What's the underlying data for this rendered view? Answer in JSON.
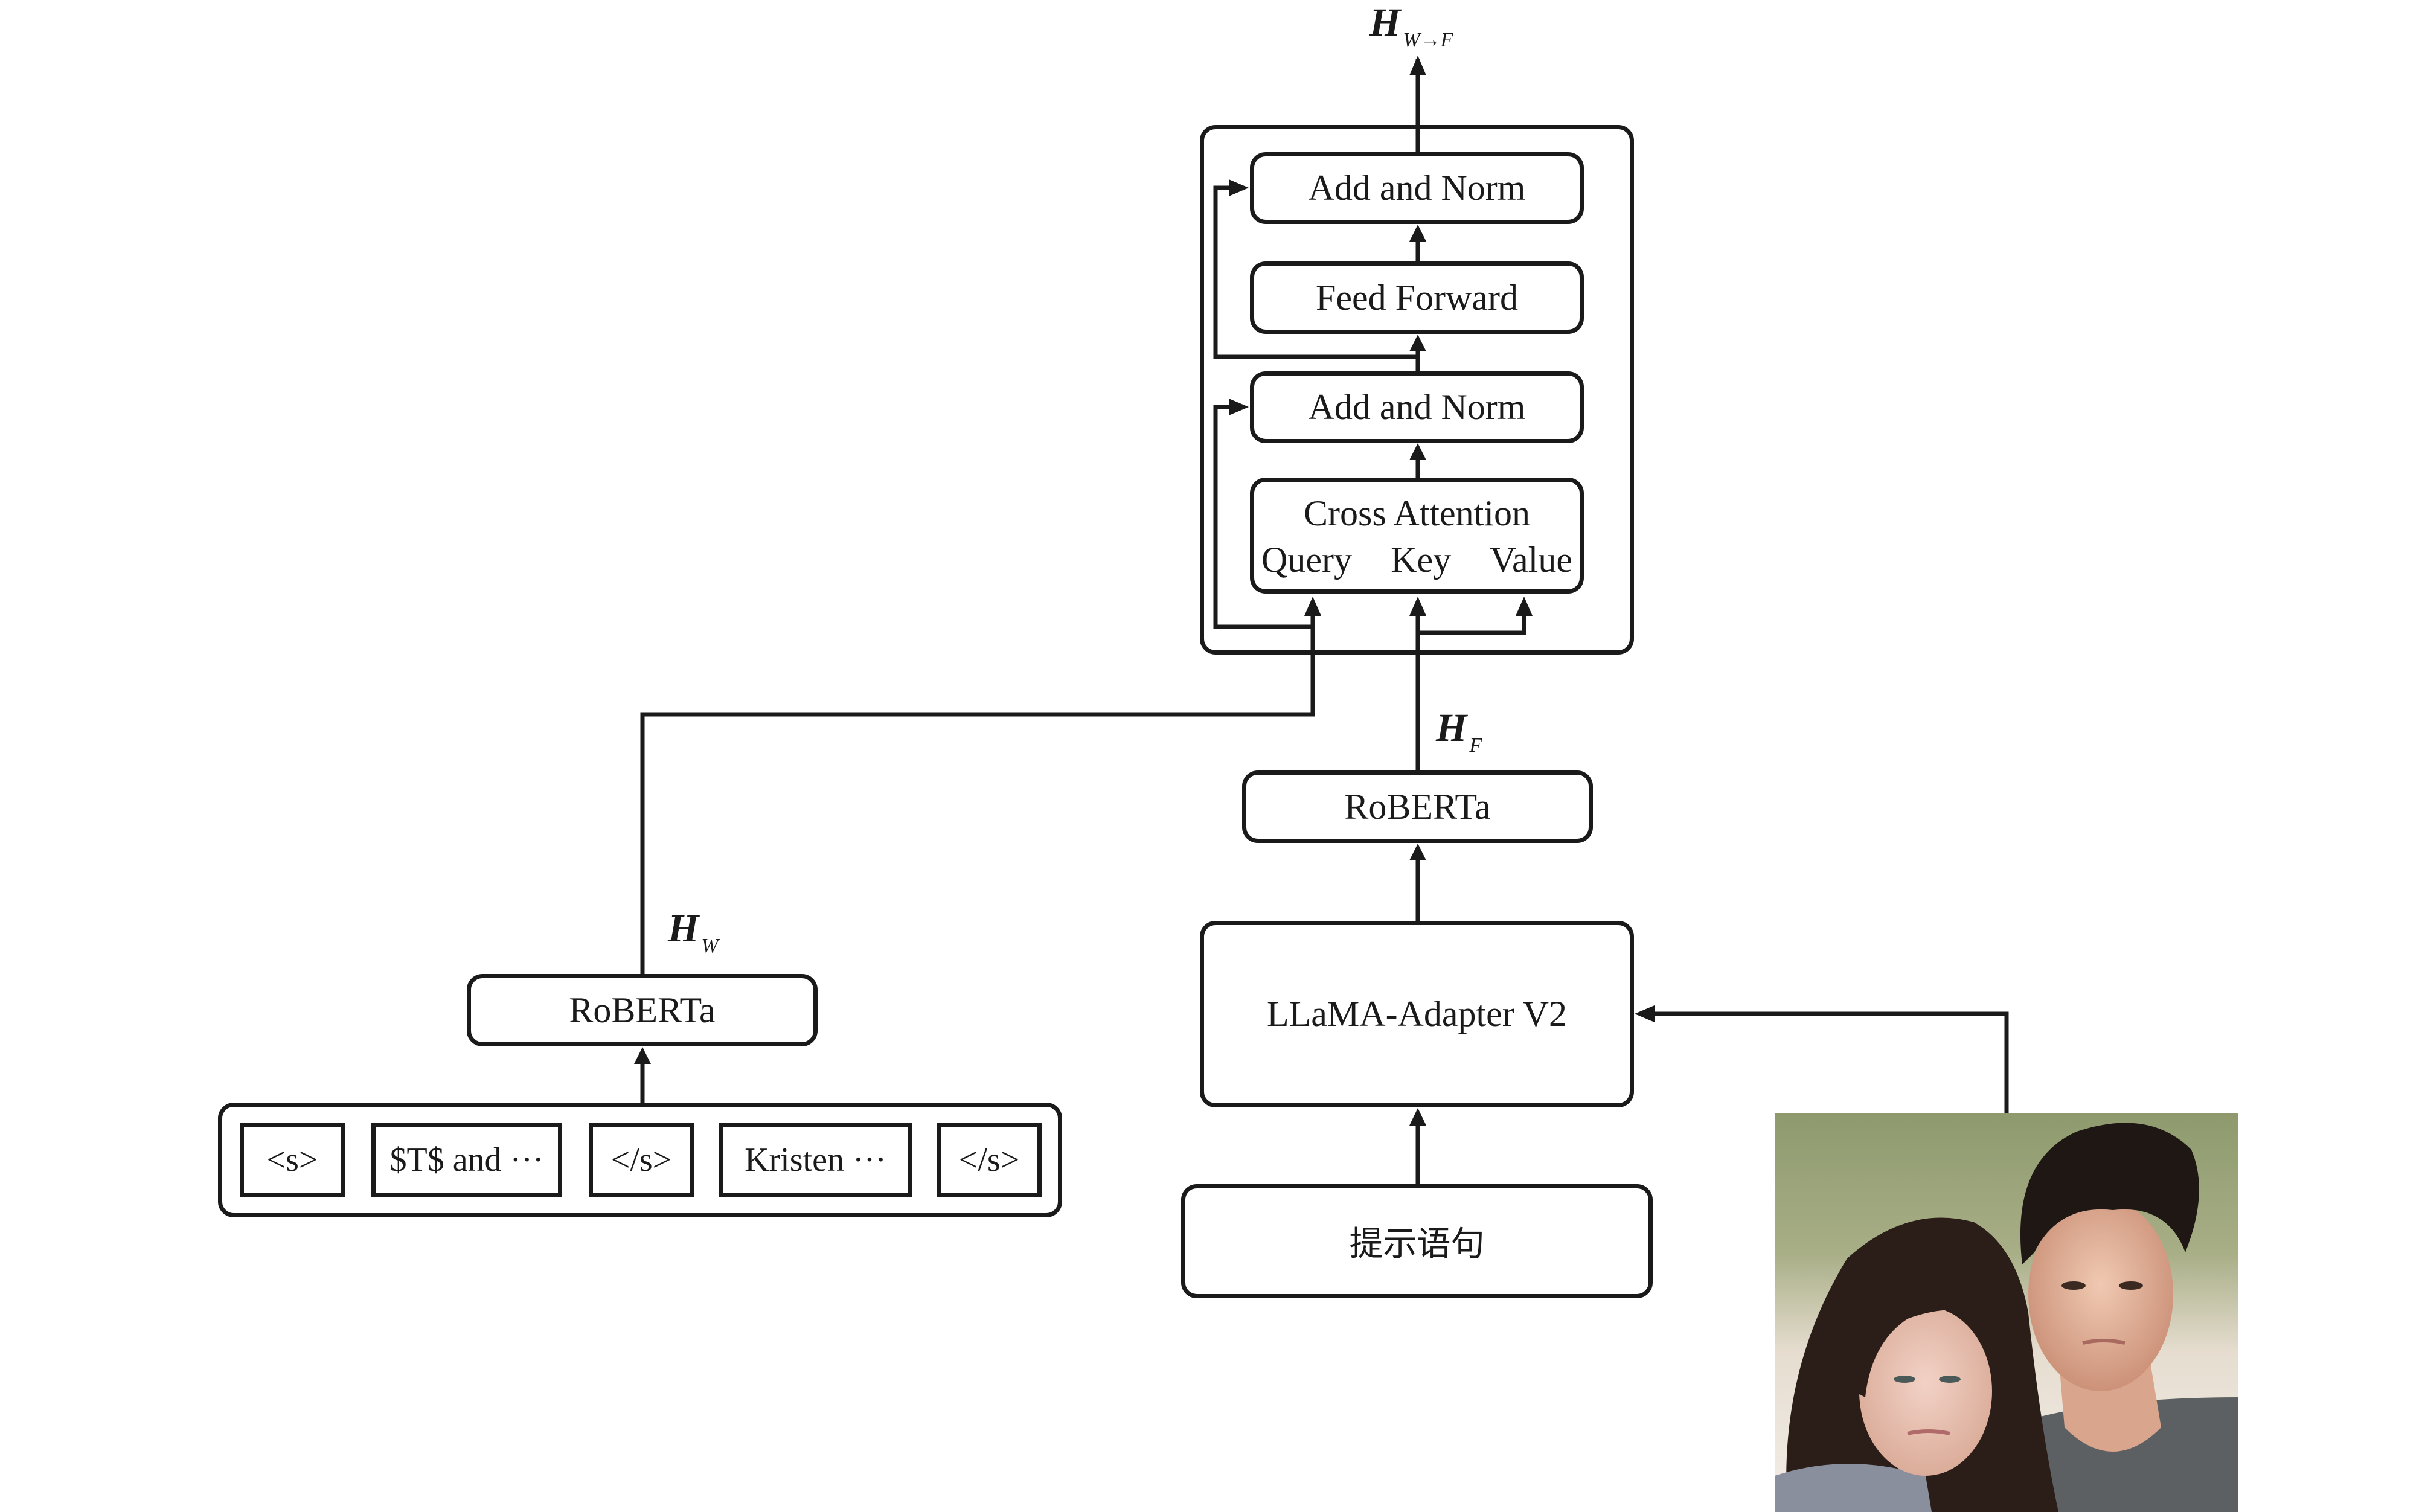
{
  "diagram": {
    "output_label": {
      "symbol": "H",
      "subscript": "W→F"
    },
    "fusion_block": {
      "layers": [
        {
          "id": "add_norm_top",
          "label": "Add and Norm"
        },
        {
          "id": "feed_forward",
          "label": "Feed Forward"
        },
        {
          "id": "add_norm_bottom",
          "label": "Add and Norm"
        },
        {
          "id": "cross_attention",
          "label": "Cross Attention",
          "inputs": [
            "Query",
            "Key",
            "Value"
          ]
        }
      ]
    },
    "text_branch": {
      "feature_label": {
        "symbol": "H",
        "subscript": "W"
      },
      "encoder_label": "RoBERTa",
      "tokens": [
        "<s>",
        "$T$ and ···",
        "</s>",
        "Kristen ···",
        "</s>"
      ]
    },
    "image_branch": {
      "feature_label": {
        "symbol": "H",
        "subscript": "F"
      },
      "encoder_label": "RoBERTa",
      "adapter_label": "LLaMA-Adapter V2",
      "prompt_label": "提示语句",
      "image": "photo of two people (woman with long dark hair and man in grey t-shirt)"
    },
    "colors": {
      "line": "#1a1a1a",
      "background": "#ffffff"
    }
  }
}
